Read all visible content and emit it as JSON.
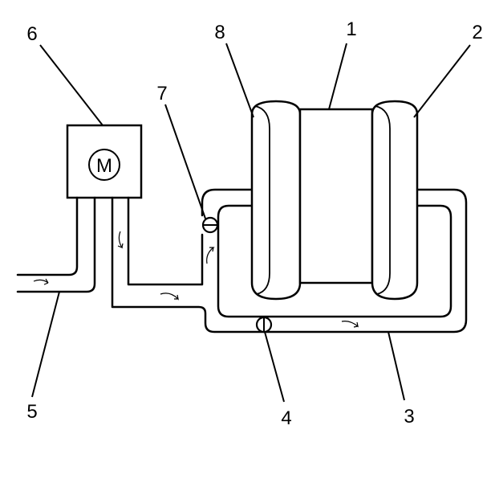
{
  "diagram": {
    "motor_label": "M",
    "callouts": {
      "c1": "1",
      "c2": "2",
      "c3": "3",
      "c4": "4",
      "c5": "5",
      "c6": "6",
      "c7": "7",
      "c8": "8"
    },
    "colors": {
      "line": "#000000",
      "background": "#ffffff"
    },
    "icons": {
      "motor": "circled-m-motor-icon",
      "valve": "circle-valve-icon",
      "flow": "curved-flow-arrow-icon"
    }
  }
}
